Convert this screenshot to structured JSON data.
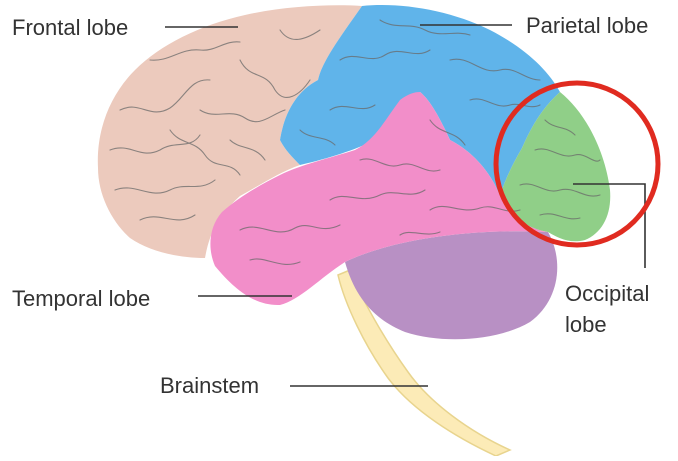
{
  "labels": {
    "frontal": "Frontal lobe",
    "parietal": "Parietal lobe",
    "temporal": "Temporal lobe",
    "brainstem": "Brainstem",
    "occipital_line1": "Occipital",
    "occipital_line2": "lobe"
  },
  "colors": {
    "frontal": "#eccabd",
    "parietal": "#60b4ea",
    "temporal": "#f28ec9",
    "occipital": "#90cf88",
    "cerebellum": "#b890c4",
    "brainstem": "#fcebb7",
    "highlight_circle": "#e02b20",
    "leader_line": "#333333"
  },
  "highlight": {
    "target": "occipital"
  }
}
